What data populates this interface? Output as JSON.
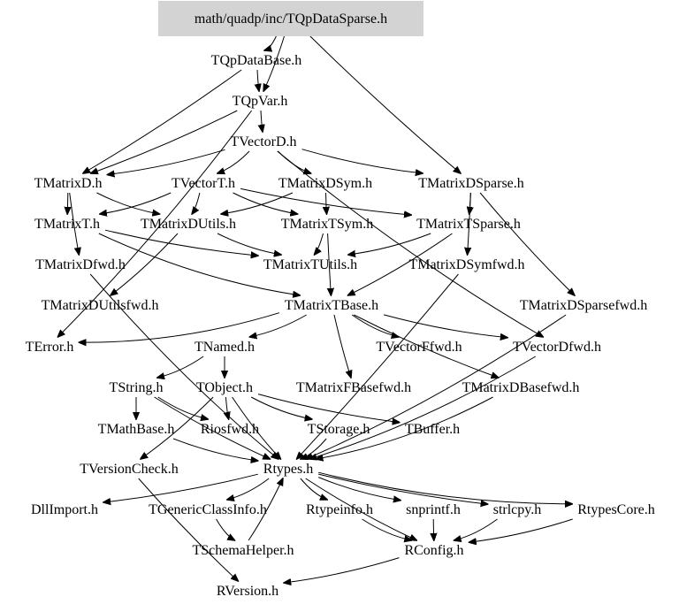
{
  "graph": {
    "root_fill": "#d3d3d3",
    "nodes": [
      {
        "id": "root",
        "label": "math/quadp/inc/TQpDataSparse.h"
      },
      {
        "id": "qpdatabase",
        "label": "TQpDataBase.h"
      },
      {
        "id": "qpvar",
        "label": "TQpVar.h"
      },
      {
        "id": "vectord",
        "label": "TVectorD.h"
      },
      {
        "id": "matrixd",
        "label": "TMatrixD.h"
      },
      {
        "id": "vectort",
        "label": "TVectorT.h"
      },
      {
        "id": "matrixdsym",
        "label": "TMatrixDSym.h"
      },
      {
        "id": "matrixdsparse",
        "label": "TMatrixDSparse.h"
      },
      {
        "id": "matrixt",
        "label": "TMatrixT.h"
      },
      {
        "id": "matrixdutils",
        "label": "TMatrixDUtils.h"
      },
      {
        "id": "matrixtsym",
        "label": "TMatrixTSym.h"
      },
      {
        "id": "matrixtsparse",
        "label": "TMatrixTSparse.h"
      },
      {
        "id": "matrixdfwd",
        "label": "TMatrixDfwd.h"
      },
      {
        "id": "matrixtutils",
        "label": "TMatrixTUtils.h"
      },
      {
        "id": "matrixdsymfwd",
        "label": "TMatrixDSymfwd.h"
      },
      {
        "id": "matrixdutilsfwd",
        "label": "TMatrixDUtilsfwd.h"
      },
      {
        "id": "matrixtbase",
        "label": "TMatrixTBase.h"
      },
      {
        "id": "matrixdsparsefwd",
        "label": "TMatrixDSparsefwd.h"
      },
      {
        "id": "error",
        "label": "TError.h"
      },
      {
        "id": "named",
        "label": "TNamed.h"
      },
      {
        "id": "vectorffwd",
        "label": "TVectorFfwd.h"
      },
      {
        "id": "vectordfwd",
        "label": "TVectorDfwd.h"
      },
      {
        "id": "string",
        "label": "TString.h"
      },
      {
        "id": "object",
        "label": "TObject.h"
      },
      {
        "id": "matrixfbasefwd",
        "label": "TMatrixFBasefwd.h"
      },
      {
        "id": "matrixdbasefwd",
        "label": "TMatrixDBasefwd.h"
      },
      {
        "id": "mathbase",
        "label": "TMathBase.h"
      },
      {
        "id": "riosfwd",
        "label": "Riosfwd.h"
      },
      {
        "id": "storage",
        "label": "TStorage.h"
      },
      {
        "id": "buffer",
        "label": "TBuffer.h"
      },
      {
        "id": "versioncheck",
        "label": "TVersionCheck.h"
      },
      {
        "id": "rtypes",
        "label": "Rtypes.h"
      },
      {
        "id": "dllimport",
        "label": "DllImport.h"
      },
      {
        "id": "genericclassinfo",
        "label": "TGenericClassInfo.h"
      },
      {
        "id": "rtypeinfo",
        "label": "Rtypeinfo.h"
      },
      {
        "id": "snprintf",
        "label": "snprintf.h"
      },
      {
        "id": "strlcpy",
        "label": "strlcpy.h"
      },
      {
        "id": "rtypescore",
        "label": "RtypesCore.h"
      },
      {
        "id": "schemahelper",
        "label": "TSchemaHelper.h"
      },
      {
        "id": "rconfig",
        "label": "RConfig.h"
      },
      {
        "id": "rversion",
        "label": "RVersion.h"
      }
    ]
  }
}
